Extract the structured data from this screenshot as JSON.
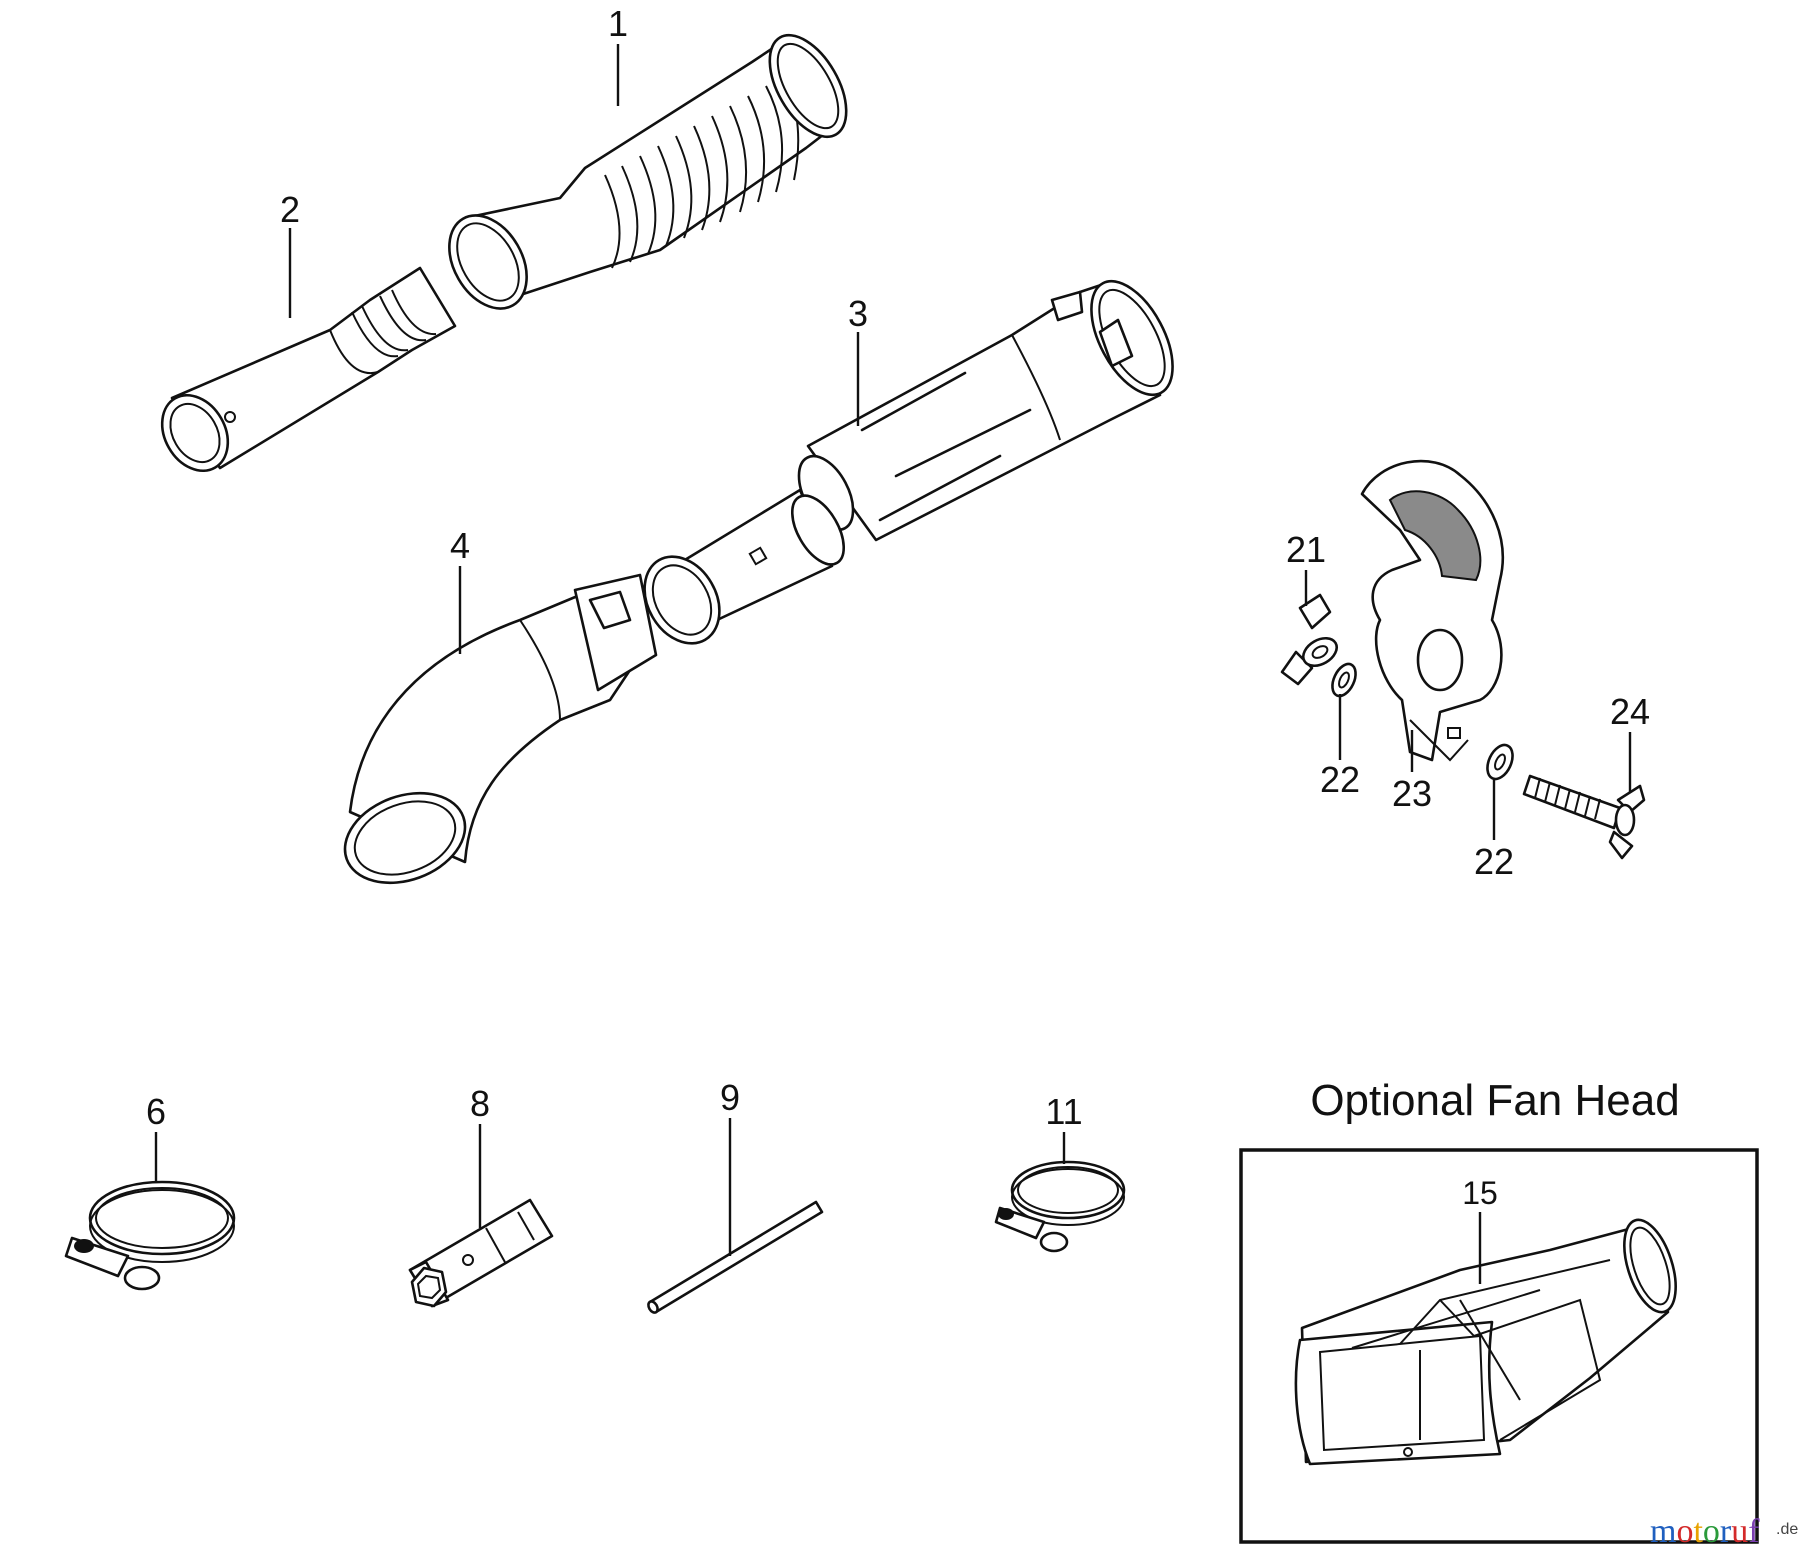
{
  "diagram": {
    "title": "Optional Fan Head",
    "callouts": [
      {
        "id": "p1",
        "label": "1"
      },
      {
        "id": "p2",
        "label": "2"
      },
      {
        "id": "p3",
        "label": "3"
      },
      {
        "id": "p4",
        "label": "4"
      },
      {
        "id": "p21",
        "label": "21"
      },
      {
        "id": "p22a",
        "label": "22"
      },
      {
        "id": "p22b",
        "label": "22"
      },
      {
        "id": "p23",
        "label": "23"
      },
      {
        "id": "p24",
        "label": "24"
      },
      {
        "id": "p6",
        "label": "6"
      },
      {
        "id": "p8",
        "label": "8"
      },
      {
        "id": "p9",
        "label": "9"
      },
      {
        "id": "p11",
        "label": "11"
      },
      {
        "id": "p15",
        "label": "15"
      }
    ]
  },
  "watermark": {
    "text_main": "motoruf",
    "text_suffix": ".de",
    "letter_colors": [
      "#1f5fbf",
      "#d42a2a",
      "#e8a200",
      "#2a9a3a",
      "#1f5fbf",
      "#d42a2a",
      "#7a3fb0"
    ]
  }
}
